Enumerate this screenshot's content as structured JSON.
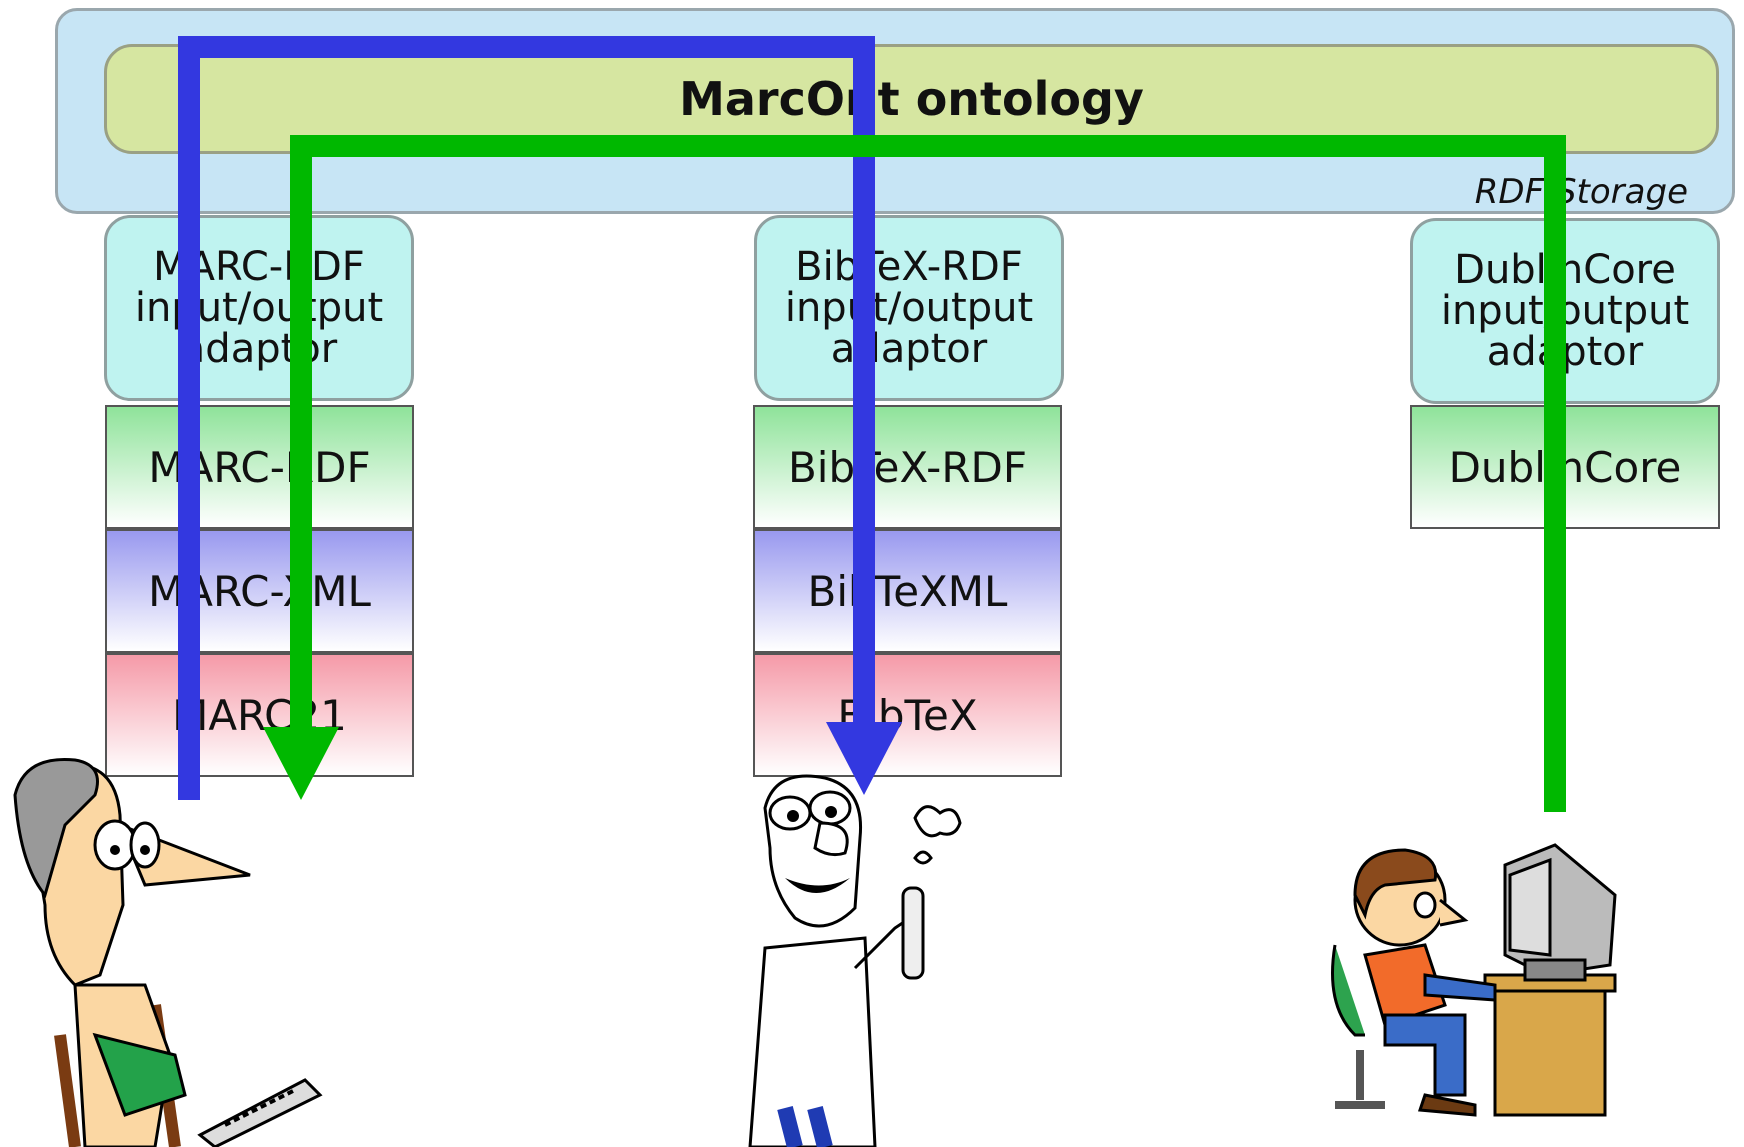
{
  "storage": {
    "label": "RDF Storage"
  },
  "ontology": {
    "title": "MarcOnt ontology"
  },
  "columns": [
    {
      "adaptor": "MARC-RDF input/output adaptor",
      "formats": [
        "MARC-RDF",
        "MARC-XML",
        "MARC21"
      ]
    },
    {
      "adaptor": "BibTeX-RDF input/output adaptor",
      "formats": [
        "BibTeX-RDF",
        "BibTeXML",
        "BibTeX"
      ]
    },
    {
      "adaptor": "DublinCore input/output adaptor",
      "formats": [
        "DublinCore"
      ]
    }
  ],
  "users": [
    {
      "icon": "librarian-figure"
    },
    {
      "icon": "scientist-figure"
    },
    {
      "icon": "computer-user-figure"
    }
  ],
  "colors": {
    "storage": "#c7e5f5",
    "ontology": "#d6e6a1",
    "adaptor": "#bff3f0",
    "rdf_format": "#8fe39a",
    "xml_format": "#9999ef",
    "native_format": "#f59aa8",
    "blue_flow": "#3338e0",
    "green_flow": "#00b800"
  }
}
